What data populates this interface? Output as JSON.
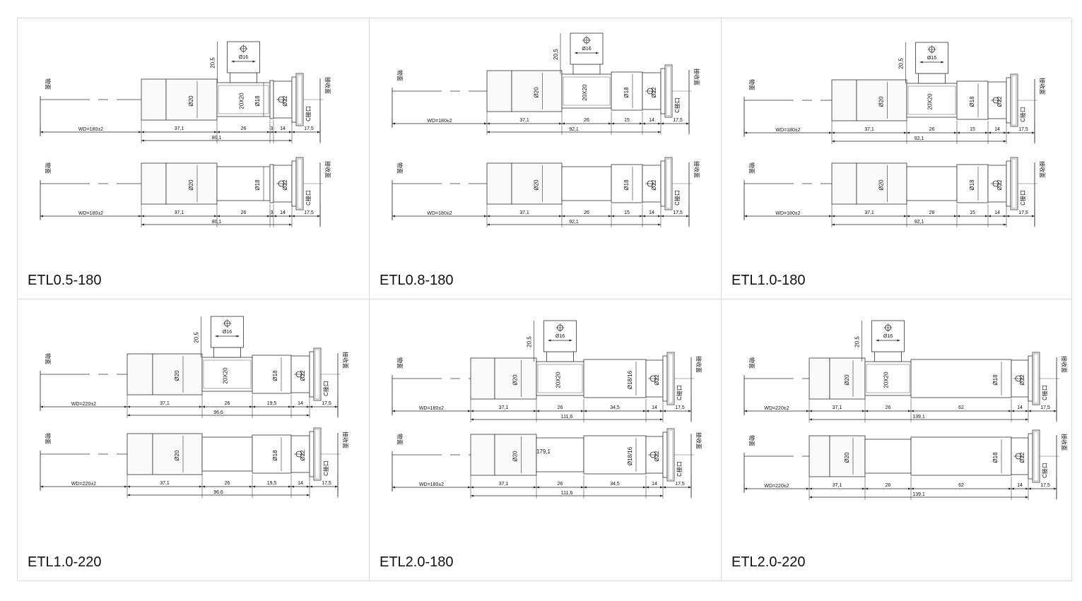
{
  "cells": [
    {
      "title": "ETL0.5-180",
      "wd": "WD=180±2",
      "total": "80,1",
      "cyl": "Ø18",
      "spacer": "3",
      "top": {
        "motor": "20X20"
      },
      "bottom": {}
    },
    {
      "title": "ETL0.8-180",
      "wd": "WD=180±2",
      "total": "92,1",
      "cyl": "Ø18",
      "spacer": "15",
      "top": {
        "motor": "20X20"
      },
      "bottom": {}
    },
    {
      "title": "ETL1.0-180",
      "wd": "WD=180±2",
      "total": "92,1",
      "cyl": "Ø18",
      "spacer": "15",
      "top": {
        "motor": "20X20"
      },
      "bottom": {}
    },
    {
      "title": "ETL1.0-220",
      "wd": "WD=220±2",
      "total": "96,6",
      "cyl": "Ø18",
      "spacer": "19,5",
      "top": {
        "motor": "20X20"
      },
      "bottom": {}
    },
    {
      "title": "ETL2.0-180",
      "wd": "WD=180±2",
      "total": "111,6",
      "cyl": "Ø18/16",
      "spacer": "34,5",
      "top": {
        "motor": "20X20"
      },
      "bottom": {
        "note": "179,1"
      }
    },
    {
      "title": "ETL2.0-220",
      "wd": "WD=220±2",
      "total": "139,1",
      "cyl": "Ø18",
      "spacer": "62",
      "top": {
        "motor": "20X20"
      },
      "bottom": {}
    }
  ],
  "common": {
    "object_plane": "物面",
    "image_plane": "接收面",
    "c_mount": "C接口",
    "barrel_dia": "Ø20",
    "mount_dia": "Ø22",
    "motor_dia": "Ø16",
    "motor_height": "20,5",
    "dim_barrel": "37,1",
    "dim_motor": "26",
    "dim_mount": "14",
    "dim_flange": "17,5"
  }
}
